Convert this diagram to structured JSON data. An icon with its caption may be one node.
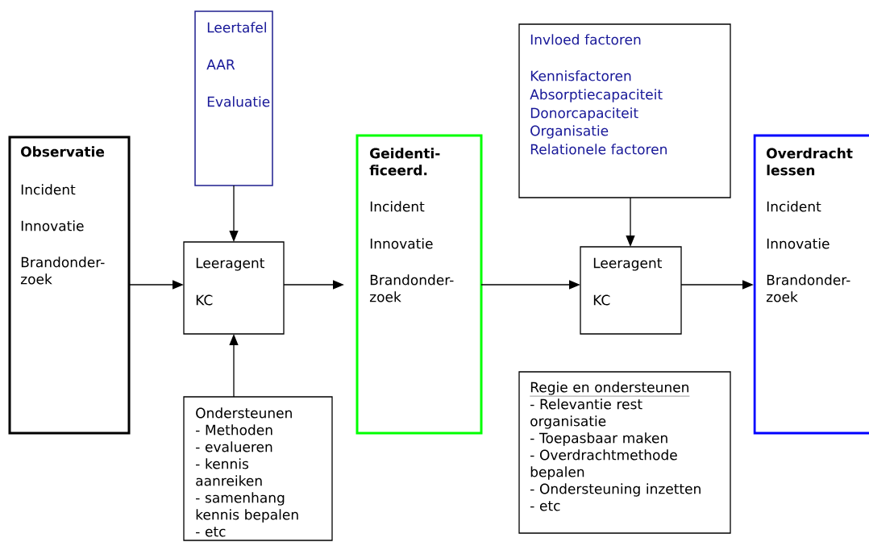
{
  "diagram": {
    "nodes": [
      {
        "text": [
          "Observatie",
          "Incident",
          "Innovatie",
          "Brandonder- zoek"
        ]
      },
      {
        "text": [
          "Leertafel",
          "AAR",
          "Evaluatie"
        ]
      },
      {
        "text": [
          "Leeragent",
          "KC"
        ]
      },
      {
        "text": [
          "Ondersteunen",
          "- Methoden",
          "- evalueren",
          "- kennis aanreiken",
          "- samenhang kennis bepalen",
          "- etc"
        ]
      },
      {
        "text": [
          "Geidenti- ficeerd.",
          "Incident",
          "Innovatie",
          "Brandonder- zoek"
        ]
      },
      {
        "text": [
          "Invloed factoren",
          "Kennisfactoren",
          "Absorptiecapaciteit",
          "Donorcapaciteit",
          "Organisatie",
          "Relationele factoren"
        ]
      },
      {
        "text": [
          "Leeragent",
          "KC"
        ]
      },
      {
        "text": [
          "Regie en ondersteunen",
          "- Relevantie rest organisatie",
          "- Toepasbaar maken",
          "- Overdrachtmethode bepalen",
          "- Ondersteuning inzetten",
          "- etc"
        ]
      },
      {
        "text": [
          "Overdracht lessen",
          "Incident",
          "Innovatie",
          "Brandonder- zoek"
        ]
      }
    ],
    "edges": [
      {
        "from": 0,
        "to": 2,
        "arrow": "to"
      },
      {
        "from": 1,
        "to": 2,
        "arrow": "to"
      },
      {
        "from": 3,
        "to": 2,
        "arrow": "to"
      },
      {
        "from": 2,
        "to": 4,
        "arrow": "to"
      },
      {
        "from": 5,
        "to": 6,
        "arrow": "to"
      },
      {
        "from": 4,
        "to": 6,
        "arrow": "to"
      },
      {
        "from": 6,
        "to": 8,
        "arrow": "to"
      }
    ]
  }
}
